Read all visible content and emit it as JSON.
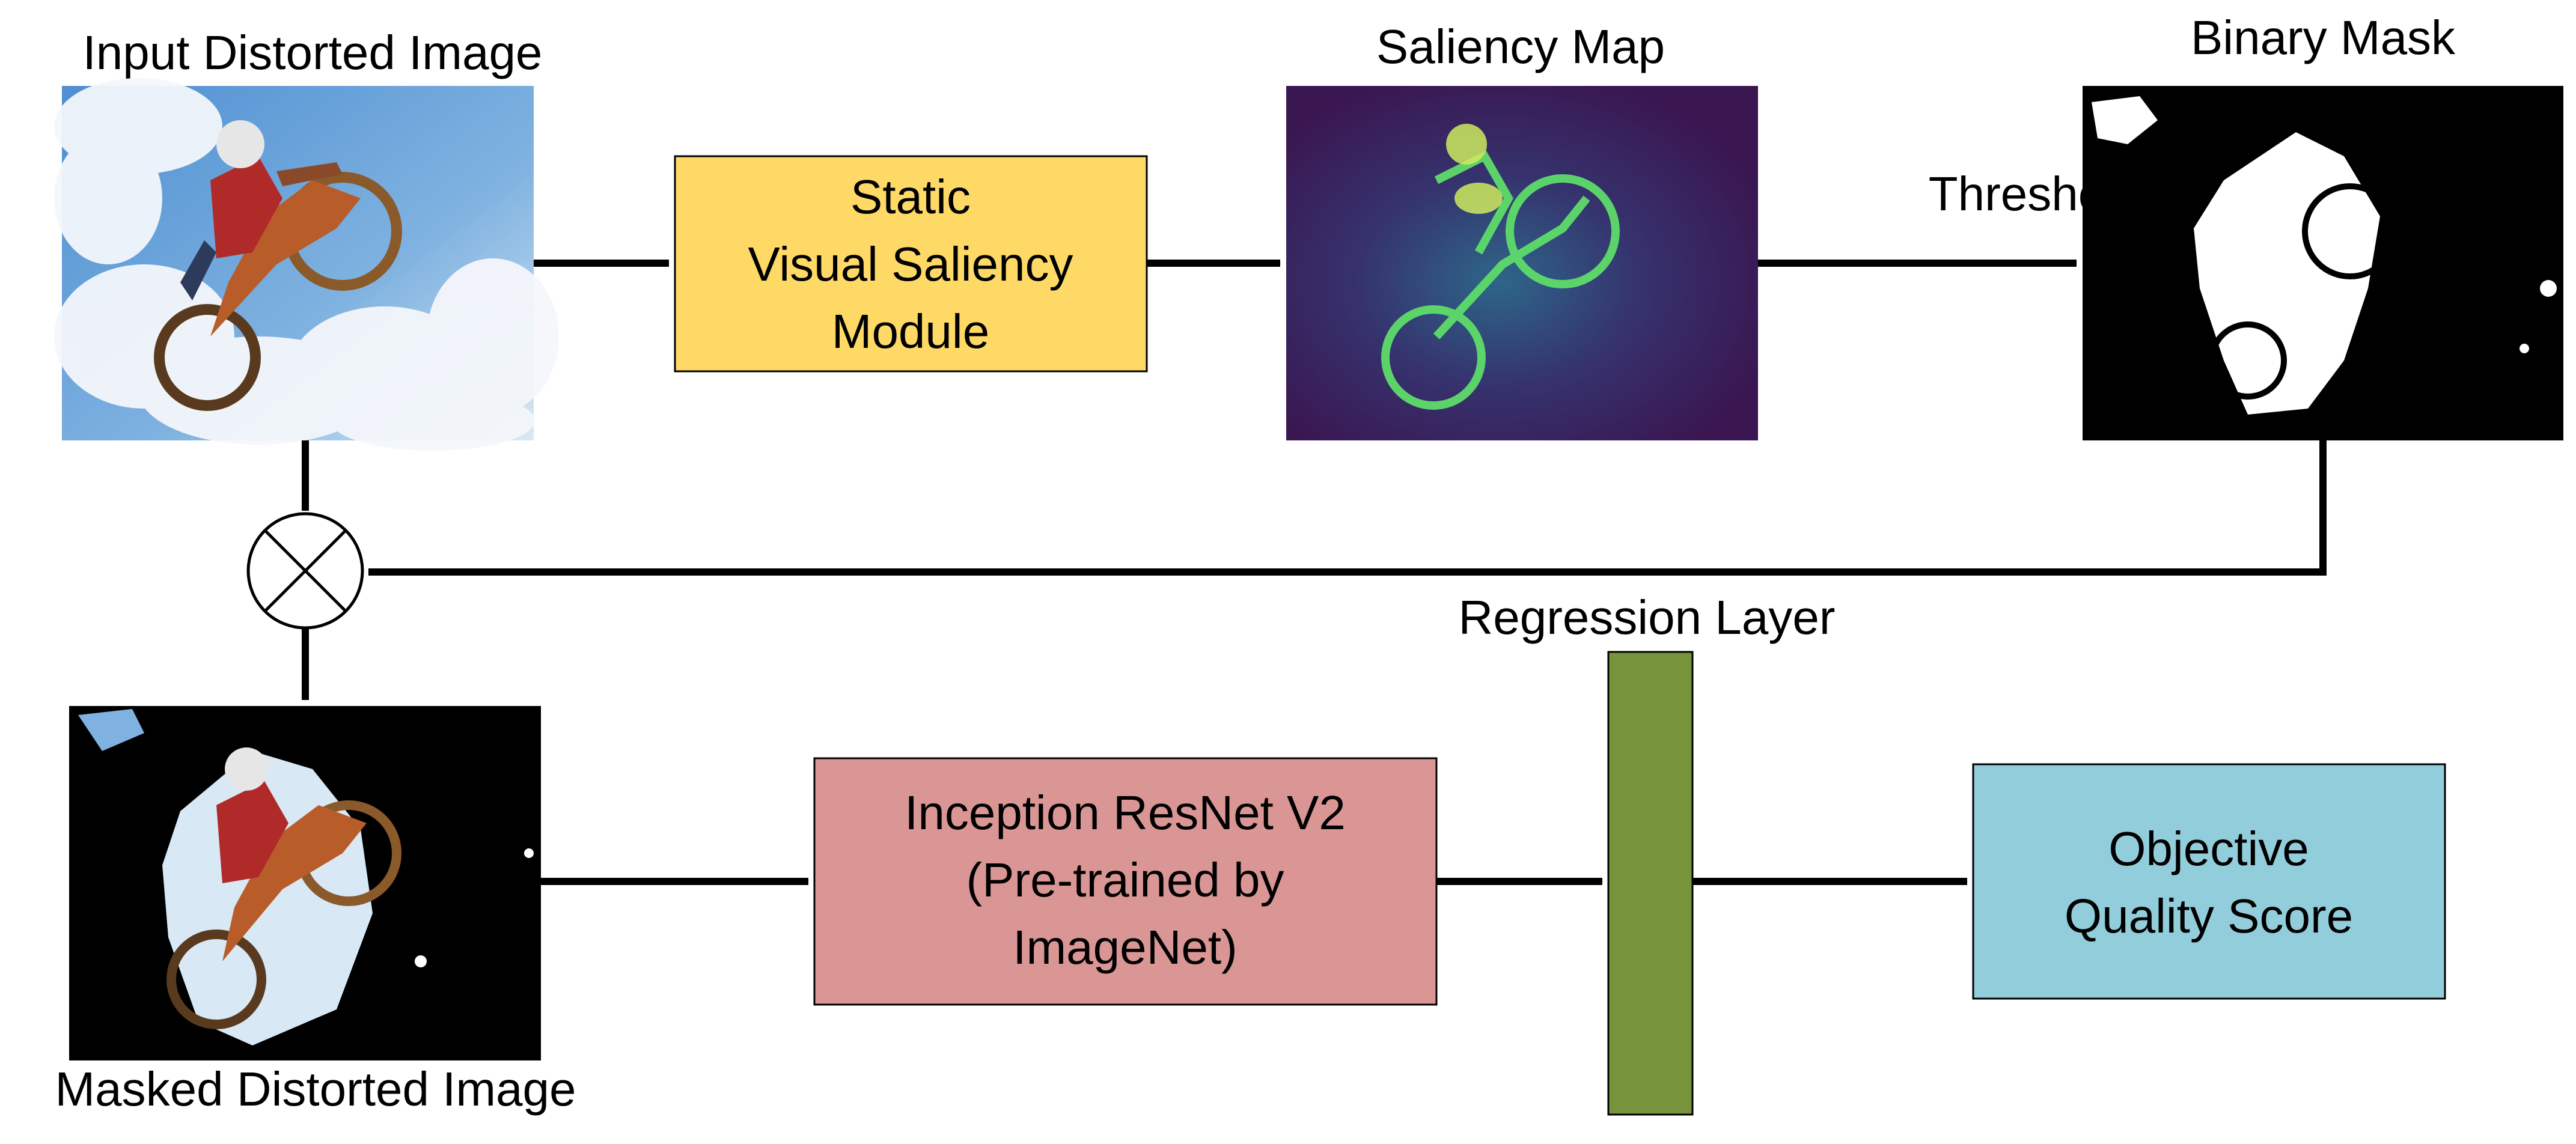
{
  "labels": {
    "input_image": "Input Distorted Image",
    "saliency_map": "Saliency Map",
    "binary_mask": "Binary Mask",
    "thresholding": "Thresholding",
    "regression_layer": "Regression Layer",
    "masked_image": "Masked Distorted Image"
  },
  "blocks": {
    "saliency_module": {
      "line1": "Static",
      "line2": "Visual Saliency",
      "line3": "Module"
    },
    "inception": {
      "line1": "Inception ResNet V2",
      "line2": "(Pre-trained by",
      "line3": "ImageNet)"
    },
    "score": {
      "line1": "Objective",
      "line2": "Quality Score"
    }
  },
  "colors": {
    "saliency_module": "#FFD966",
    "inception": "#D99694",
    "regression_layer": "#77933C",
    "score": "#92CDDC",
    "sky": "#7FB2E0",
    "saliency_bg": "#3A1F5D",
    "saliency_fg": "#5EDC6A",
    "mask_bg": "#000000"
  },
  "icons": {
    "multiply": "circle-cross-icon"
  }
}
